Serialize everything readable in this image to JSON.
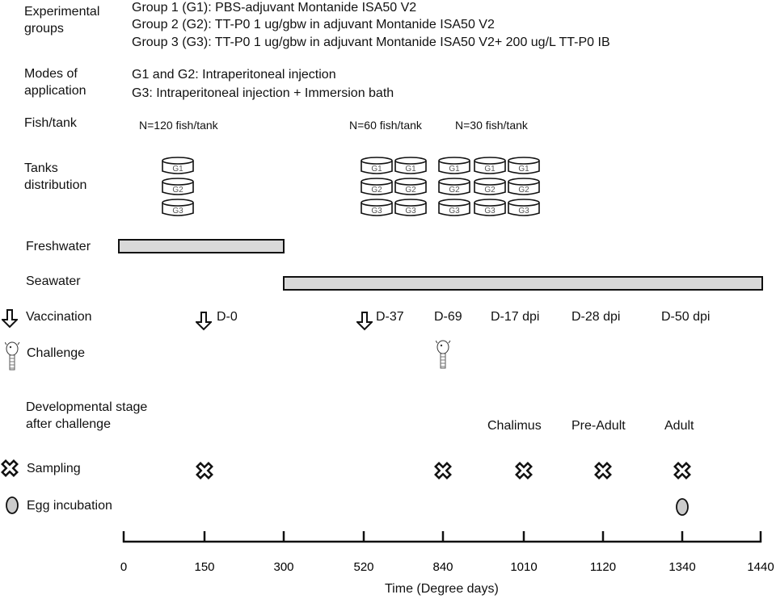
{
  "rows": {
    "experimental_groups": "Experimental\ngroups",
    "modes": "Modes of\napplication",
    "fish_tank": "Fish/tank",
    "tanks": "Tanks\ndistribution",
    "freshwater": "Freshwater",
    "seawater": "Seawater",
    "vaccination": "Vaccination",
    "challenge": "Challenge",
    "dev_stage": "Developmental stage\nafter challenge",
    "sampling": "Sampling",
    "egg": "Egg incubation"
  },
  "groups": [
    "Group 1 (G1): PBS-adjuvant Montanide ISA50 V2",
    "Group 2 (G2): TT-P0 1 ug/gbw in adjuvant Montanide ISA50 V2",
    "Group 3 (G3): TT-P0 1 ug/gbw in adjuvant Montanide ISA50 V2+ 200 ug/L TT-P0 IB"
  ],
  "modes": [
    "G1 and G2: Intraperitoneal injection",
    "G3: Intraperitoneal injection + Immersion bath"
  ],
  "fish_per_tank": [
    "N=120 fish/tank",
    "N=60 fish/tank",
    "N=30 fish/tank"
  ],
  "tank_labels": [
    "G1",
    "G2",
    "G3"
  ],
  "events": {
    "d0": "D-0",
    "d37": "D-37",
    "d69": "D-69",
    "d17": "D-17 dpi",
    "d28": "D-28 dpi",
    "d50": "D-50 dpi"
  },
  "stages": [
    "Chalimus",
    "Pre-Adult",
    "Adult"
  ],
  "axis": {
    "ticks": [
      "0",
      "150",
      "300",
      "520",
      "840",
      "1010",
      "1120",
      "1340",
      "1440"
    ],
    "title": "Time (Degree days)"
  }
}
